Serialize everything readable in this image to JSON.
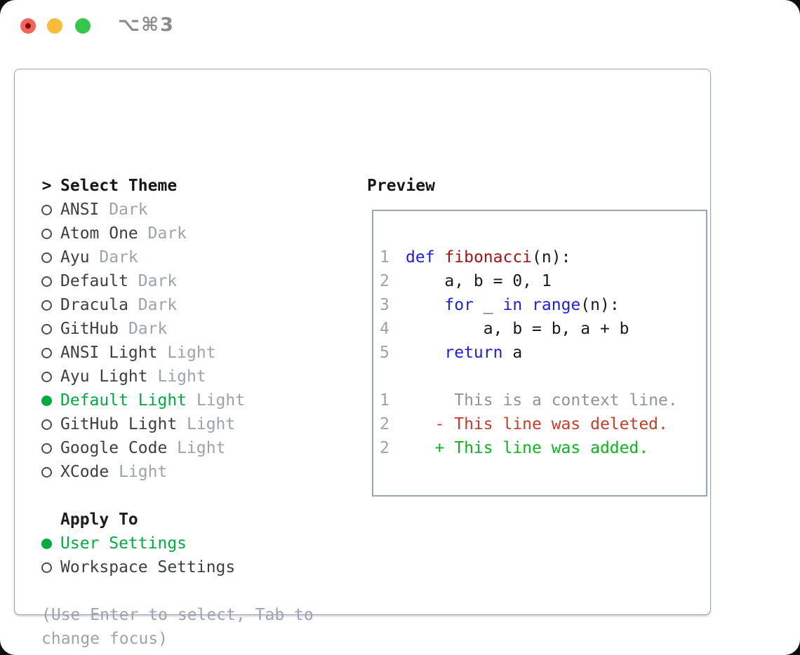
{
  "window": {
    "title": "⌥⌘3",
    "controls": [
      {
        "name": "close",
        "color": "#f5635a"
      },
      {
        "name": "minimize",
        "color": "#f9bc39"
      },
      {
        "name": "zoom",
        "color": "#34c74c"
      }
    ]
  },
  "colors": {
    "kw": "#1e1ee9",
    "fn": "#a01616",
    "plain": "#17191c",
    "lnum": "#9aa3ae",
    "ctx": "#8d949b",
    "del": "#c93c28",
    "add": "#0ab51f",
    "selection_green": "#00ac3f",
    "item_text": "#3a4046",
    "muted": "#9aa3ae",
    "border": "#9aa5b1"
  },
  "theme_picker": {
    "header_prefix": ">",
    "header_label": "Select Theme",
    "items": [
      {
        "name": "ANSI",
        "variant": "Dark",
        "selected": false
      },
      {
        "name": "Atom One",
        "variant": "Dark",
        "selected": false
      },
      {
        "name": "Ayu",
        "variant": "Dark",
        "selected": false
      },
      {
        "name": "Default",
        "variant": "Dark",
        "selected": false
      },
      {
        "name": "Dracula",
        "variant": "Dark",
        "selected": false
      },
      {
        "name": "GitHub",
        "variant": "Dark",
        "selected": false
      },
      {
        "name": "ANSI Light",
        "variant": "Light",
        "selected": false
      },
      {
        "name": "Ayu Light",
        "variant": "Light",
        "selected": false
      },
      {
        "name": "Default Light",
        "variant": "Light",
        "selected": true
      },
      {
        "name": "GitHub Light",
        "variant": "Light",
        "selected": false
      },
      {
        "name": "Google Code",
        "variant": "Light",
        "selected": false
      },
      {
        "name": "XCode",
        "variant": "Light",
        "selected": false
      }
    ],
    "apply_to": {
      "label": "Apply To",
      "options": [
        {
          "label": "User Settings",
          "selected": true
        },
        {
          "label": "Workspace Settings",
          "selected": false
        }
      ]
    },
    "hint_lines": [
      "(Use Enter to select, Tab to",
      "change focus)"
    ]
  },
  "preview": {
    "title": "Preview",
    "code_lines": [
      {
        "num": "1",
        "tokens": [
          {
            "t": "def",
            "c": "kw"
          },
          {
            "t": " ",
            "c": "plain"
          },
          {
            "t": "fibonacci",
            "c": "fn"
          },
          {
            "t": "(n):",
            "c": "plain"
          }
        ]
      },
      {
        "num": "2",
        "tokens": [
          {
            "t": "    a, b = 0, 1",
            "c": "plain"
          }
        ]
      },
      {
        "num": "3",
        "tokens": [
          {
            "t": "    ",
            "c": "plain"
          },
          {
            "t": "for",
            "c": "kw"
          },
          {
            "t": " _ ",
            "c": "plain"
          },
          {
            "t": "in",
            "c": "kw"
          },
          {
            "t": " ",
            "c": "plain"
          },
          {
            "t": "range",
            "c": "kw"
          },
          {
            "t": "(n):",
            "c": "plain"
          }
        ]
      },
      {
        "num": "4",
        "tokens": [
          {
            "t": "        a, b = b, a + b",
            "c": "plain"
          }
        ]
      },
      {
        "num": "5",
        "tokens": [
          {
            "t": "    ",
            "c": "plain"
          },
          {
            "t": "return",
            "c": "kw"
          },
          {
            "t": " a",
            "c": "plain"
          }
        ]
      }
    ],
    "diff_lines": [
      {
        "num": "1",
        "tokens": [
          {
            "t": "     This is a context line.",
            "c": "ctx"
          }
        ]
      },
      {
        "num": "2",
        "tokens": [
          {
            "t": "   - This line was deleted.",
            "c": "del"
          }
        ]
      },
      {
        "num": "2",
        "tokens": [
          {
            "t": "   + This line was added.",
            "c": "add"
          }
        ]
      }
    ]
  }
}
